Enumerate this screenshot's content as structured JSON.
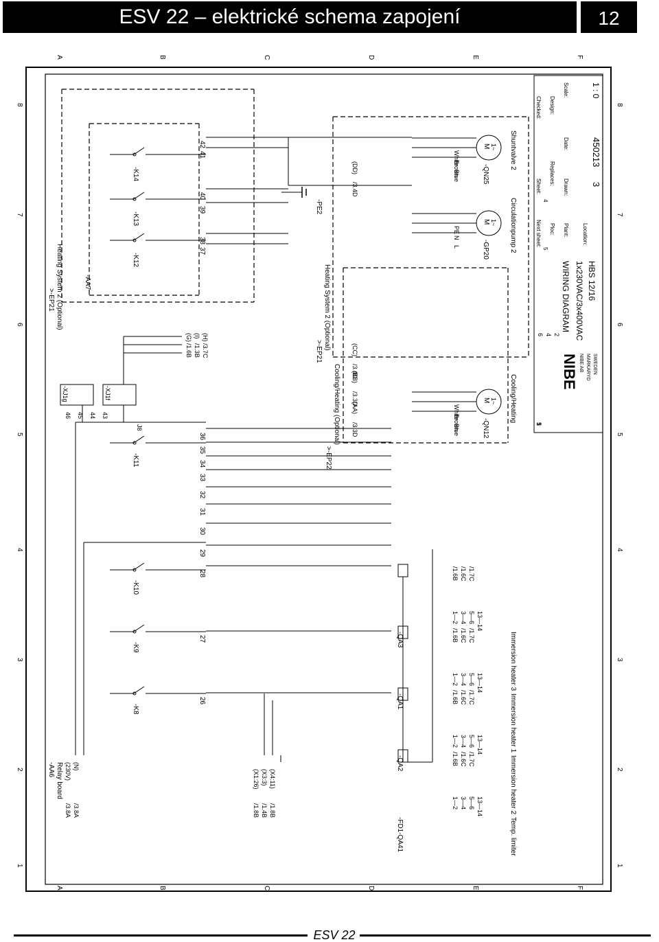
{
  "header": {
    "title": "ESV 22 – elektrické schema zapojení",
    "page_number": "12"
  },
  "footer": {
    "text": "ESV 22"
  },
  "frame": {
    "col_letters": [
      "A",
      "B",
      "C",
      "D",
      "E",
      "F"
    ],
    "row_numbers": [
      "8",
      "7",
      "6",
      "5",
      "4",
      "3",
      "2",
      "1"
    ]
  },
  "sheet": {
    "cooling_heating_label": "Cooling/Heating",
    "circulation_pump_label": "Circulationpump 2",
    "shuntvalve_label": "Shuntvalve 2",
    "immersion_heater_1": "Immersion heater 1",
    "immersion_heater_2": "Immersion heater 2",
    "immersion_heater_3": "Immersion heater 3",
    "temp_limiter": "Temp. limiter"
  },
  "relay_board": {
    "ref": "-AA6",
    "name": "Relay board",
    "voltage": "(230V)",
    "neutral": "(N)",
    "left_refs": [
      "/3.8A",
      "/3.8A"
    ],
    "bottom_refs": [
      "/1.8B",
      "/1.4B",
      "/1.8B"
    ],
    "bottom_conns": [
      "(X1:26)",
      "(X3:3)",
      "(X4:11)"
    ]
  },
  "relays_bottom": [
    "-K8",
    "-K9",
    "-K10",
    "-K11"
  ],
  "relays_top": [
    "-K12",
    "-K13",
    "-K14"
  ],
  "terminals_bottom": [
    "26",
    "27",
    "28",
    "29",
    "30",
    "31",
    "32",
    "33",
    "34",
    "35",
    "36"
  ],
  "terminals_top": [
    "37",
    "38",
    "39",
    "40",
    "41",
    "42"
  ],
  "aa7": "-AA7",
  "ep21": {
    "ref": ">-EP21",
    "text": "Heating System 2 (Optional)"
  },
  "ep22": {
    "ref": ">-EP22",
    "text": "Cooling/Heating (Optional)"
  },
  "xj_terms": [
    "46",
    "45",
    "44",
    "43"
  ],
  "xj_labels": [
    "-XJ1g",
    "-XJ1f"
  ],
  "j8": "J8",
  "pe2": "-PE2",
  "contactors": [
    {
      "ref": "-FD1-QA41",
      "sub": "Temp. limiter"
    },
    {
      "ref": "-QA2",
      "sub": "Immersion heater 2"
    },
    {
      "ref": "-QA1",
      "sub": "Immersion heater 1"
    },
    {
      "ref": "-QA3",
      "sub": "Immersion heater 3"
    }
  ],
  "contact_pairs": [
    "1—2",
    "3—4",
    "5—6",
    "13—14"
  ],
  "contact_refs": [
    "/1.6B",
    "/1.6C",
    "/1.7C"
  ],
  "motors": [
    {
      "ref": "-QN12",
      "wires": [
        "White",
        "Brown",
        "Blue"
      ]
    },
    {
      "ref": "-GP20",
      "wires": [
        "PE",
        "N",
        "L"
      ]
    },
    {
      "ref": "-QN25",
      "wires": [
        "White",
        "Brown",
        "Blue"
      ]
    }
  ],
  "motor_symbol": {
    "m": "M",
    "phase": "1~"
  },
  "signal_refs": [
    "/3.3D",
    "/3.3D",
    "/3.4D",
    "/3.4D"
  ],
  "signal_conns": [
    "(AA)",
    "(BB)",
    "(CC)",
    "(DD)"
  ],
  "cross_refs_mid": [
    "/1.6B",
    "/1.3B",
    "/3.7C"
  ],
  "cross_refs_mid_conns": [
    "(G)",
    "(I)",
    "(H)"
  ],
  "title_block": {
    "rev_rows": [
      "5",
      "3",
      "1"
    ],
    "rev_sheet_cols": [
      "6",
      "4",
      "2"
    ],
    "labels": {
      "sheet": "Sheet:",
      "next_sheet": "Next sheet:",
      "replaces": "Replaces:",
      "pl_oc": "Ploc:",
      "plant": "Plant:",
      "location": "Location:",
      "drawn": "Drawn:",
      "checked": "Checked:",
      "design": "Design:",
      "date": "Date:",
      "scale": "Scale:"
    },
    "sheet_value": "4",
    "next_sheet_value": "5",
    "diagram_title": "WIRING DIAGRAM",
    "diagram_sub": "1x230VAC/3x400VAC",
    "diagram_sub2": "HBS 12/16",
    "drawing_number": "450213",
    "revision": "3",
    "scale_value": "1 : 0",
    "company": "NIBE",
    "company_sub1": "NIBE AB",
    "company_sub2": "MARKARYD",
    "company_sub3": "SWEDEN"
  }
}
